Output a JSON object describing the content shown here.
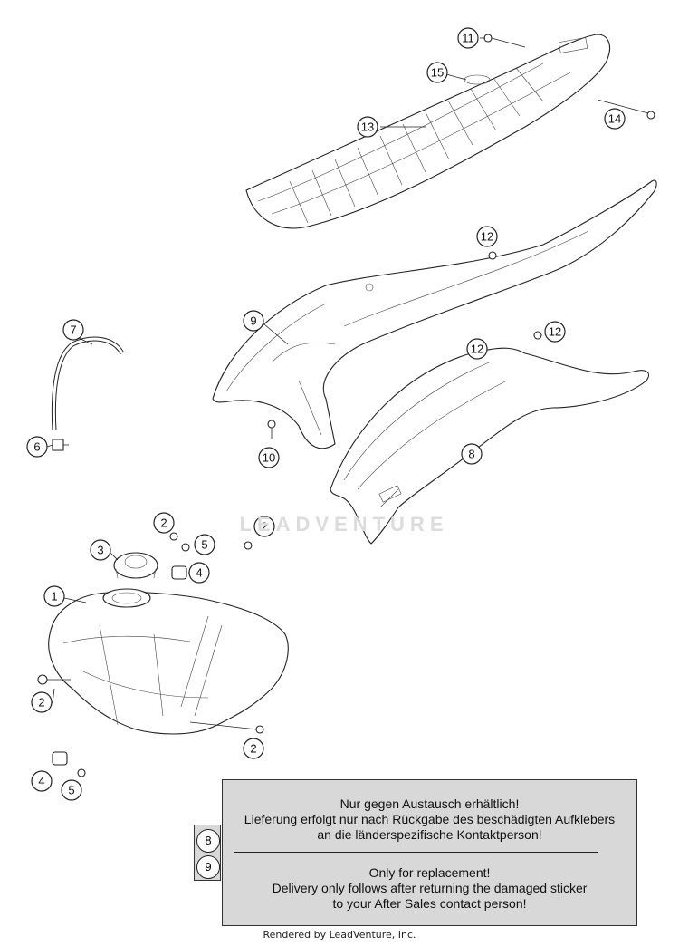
{
  "watermark": "LEADVENTURE",
  "footer": "Rendered by LeadVenture, Inc.",
  "callouts": {
    "c11": "11",
    "c15": "15",
    "c13": "13",
    "c14": "14",
    "c12a": "12",
    "c12b": "12",
    "c12c": "12",
    "c9": "9",
    "c7": "7",
    "c10": "10",
    "c8": "8",
    "c6": "6",
    "c2a": "2",
    "c2b": "2",
    "c3": "3",
    "c5a": "5",
    "c4a": "4",
    "c1": "1",
    "c2c": "2",
    "c2d": "2",
    "c4b": "4",
    "c5b": "5"
  },
  "notice": {
    "tags": [
      "8",
      "9"
    ],
    "de_line1": "Nur gegen Austausch erhältlich!",
    "de_line2": "Lieferung erfolgt nur nach Rückgabe des beschädigten Aufklebers",
    "de_line3": "an die länderspezifische Kontaktperson!",
    "en_line1": "Only for replacement!",
    "en_line2": "Delivery only follows after returning the damaged sticker",
    "en_line3": "to your After Sales contact person!"
  }
}
